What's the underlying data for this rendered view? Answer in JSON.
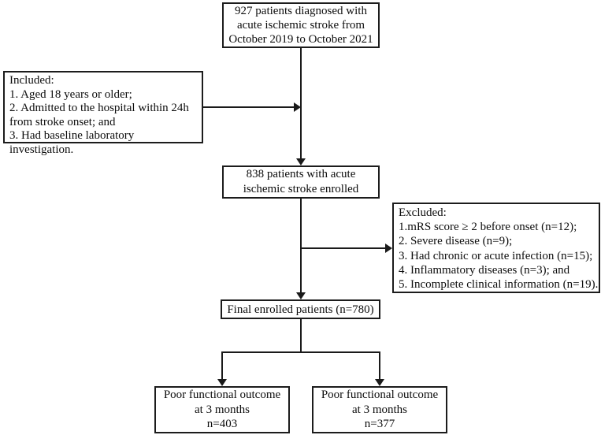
{
  "colors": {
    "background": "#ffffff",
    "ink": "#1a1a1a",
    "text": "#0d0d0d"
  },
  "flowchart": {
    "nodes": {
      "diagnosed": {
        "lines": [
          "927 patients diagnosed with",
          "acute ischemic stroke from",
          "October 2019 to October 2021"
        ]
      },
      "included": {
        "title": "Included:",
        "items": [
          "1. Aged 18 years or older;",
          "2. Admitted to the hospital within 24h from stroke onset; and",
          "3. Had baseline laboratory investigation."
        ]
      },
      "enrolled": {
        "lines": [
          "838 patients with acute",
          "ischemic stroke enrolled"
        ]
      },
      "excluded": {
        "title": "Excluded:",
        "items": [
          "1.mRS score ≥ 2 before onset (n=12);",
          "2. Severe disease (n=9);",
          "3. Had chronic or acute infection (n=15);",
          "4. Inflammatory diseases (n=3); and",
          "5. Incomplete clinical information (n=19)."
        ]
      },
      "final": {
        "text": "Final enrolled patients (n=780)"
      },
      "outcome_left": {
        "lines": [
          "Poor functional outcome",
          "at 3 months",
          "n=403"
        ]
      },
      "outcome_right": {
        "lines": [
          "Poor functional outcome",
          "at 3 months",
          "n=377"
        ]
      }
    }
  }
}
